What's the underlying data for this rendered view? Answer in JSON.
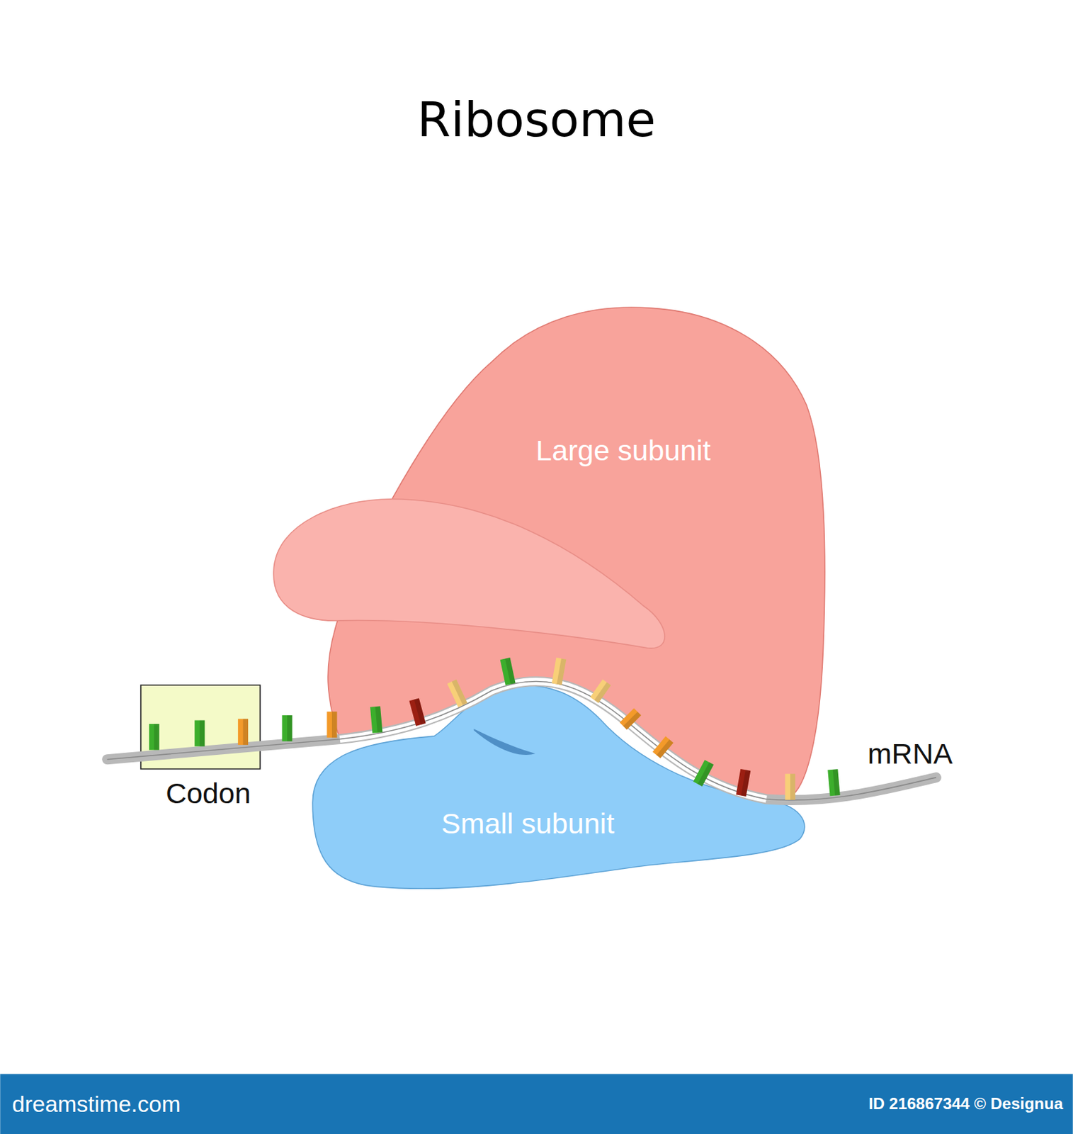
{
  "diagram": {
    "title": "Ribosome",
    "nodes": [
      {
        "text": [
          "Large subunit"
        ]
      },
      {
        "text": [
          "Small subunit"
        ]
      },
      {
        "text": [
          "Codon"
        ]
      }
    ],
    "labels": [
      "mRNA",
      "dreamstime.com",
      "ID 216867344 © Designua"
    ]
  }
}
